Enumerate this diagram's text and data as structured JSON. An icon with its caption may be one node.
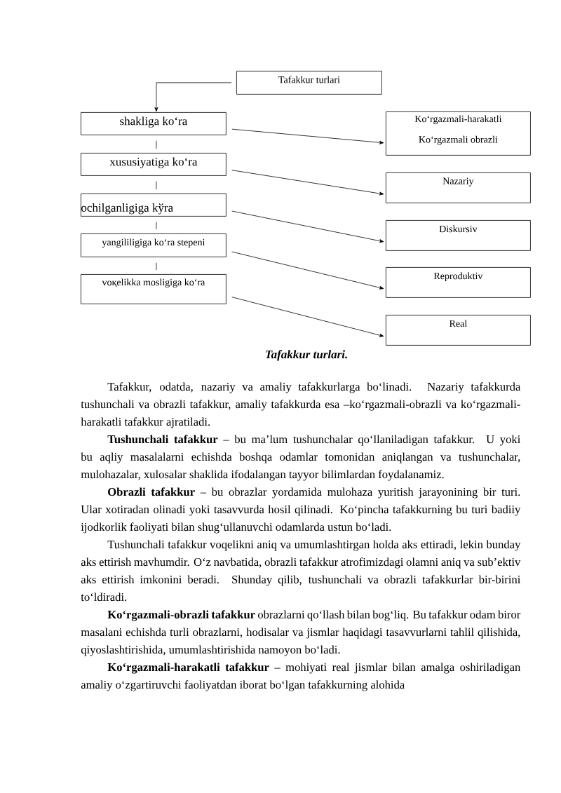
{
  "diagram": {
    "caption": "Tafakkur turlari.",
    "nodes": [
      {
        "text": [
          "Tafakkur  turlari"
        ]
      },
      {
        "text": [
          "shakliga ko‘ra"
        ]
      },
      {
        "text": [
          "xususiyatiga ko‘ra"
        ]
      },
      {
        "text": [
          "ochilganligiga kўra"
        ]
      },
      {
        "text": [
          "yangililigiga ko‘ra stepeni"
        ]
      },
      {
        "text": [
          "voқelikka mosligiga ko‘ra"
        ]
      },
      {
        "text": [
          "Ko‘rgazmali-harakatli",
          "Ko‘rgazmali obrazli"
        ]
      },
      {
        "text": [
          "Nazariy"
        ]
      },
      {
        "text": [
          "Diskursiv"
        ]
      },
      {
        "text": [
          "Reproduktiv"
        ]
      },
      {
        "text": [
          "Real"
        ]
      }
    ],
    "edges": [
      {
        "from": 0,
        "to": 1,
        "arrow": "to"
      },
      {
        "from": 1,
        "to": 2,
        "arrow": "none"
      },
      {
        "from": 2,
        "to": 3,
        "arrow": "none"
      },
      {
        "from": 3,
        "to": 4,
        "arrow": "none"
      },
      {
        "from": 4,
        "to": 5,
        "arrow": "none"
      },
      {
        "from": 1,
        "to": 6,
        "arrow": "to"
      },
      {
        "from": 2,
        "to": 7,
        "arrow": "to"
      },
      {
        "from": 3,
        "to": 8,
        "arrow": "to"
      },
      {
        "from": 4,
        "to": 9,
        "arrow": "to"
      },
      {
        "from": 5,
        "to": 10,
        "arrow": "to"
      }
    ],
    "labels": [
      "Tafakkur, odatda, nazariy va amaliy tafakkurlarga bo‘linadi. Nazariy tafakkurda tushunchali va obrazli tafakkur, amaliy tafakkurda esa –ko‘rgazmali-obrazli va ko‘rgazmali-harakatli tafakkur ajratiladi.",
      "**Tushunchali tafakkur** – bu ma’lum tushunchalar qo‘llaniladigan tafakkur. U yoki bu aqliy masalalarni echishda boshqa odamlar tomonidan aniqlangan va tushunchalar, mulohazalar, xulosalar shaklida ifodalangan tayyor bilimlardan foydalanamiz.",
      "**Obrazli tafakkur** – bu obrazlar yordamida mulohaza yuritish jarayonining bir turi. Ular xotiradan olinadi yoki tasavvurda hosil qilinadi. Ko‘pincha tafakkurning bu turi badiiy ijodkorlik faoliyati bilan shug‘ullanuvchi odamlarda ustun bo‘ladi.",
      "Tushunchali tafakkur voqelikni aniq va umumlashtirgan holda aks ettiradi, lekin bunday aks ettirish mavhumdir. O‘z navbatida, obrazli tafakkur atrofimizdagi olamni aniq va sub’ektiv aks ettirish imkonini beradi. Shunday qilib, tushunchali va obrazli tafakkurlar bir-birini to‘ldiradi.",
      "**Ko‘rgazmali-obrazli tafakkur** obrazlarni qo‘llash bilan bog‘liq. Bu tafakkur odam biror masalani echishda turli obrazlarni, hodisalar va jismlar haqidagi tasavvurlarni tahlil qilishida, qiyoslashtirishida, umumlashtirishida namoyon bo‘ladi.",
      "**Ko‘rgazmali-harakatli tafakkur** – mohiyati real jismlar bilan amalga oshiriladigan amaliy o‘zgartiruvchi faoliyatdan iborat bo‘lgan tafakkurning alohida"
    ]
  }
}
